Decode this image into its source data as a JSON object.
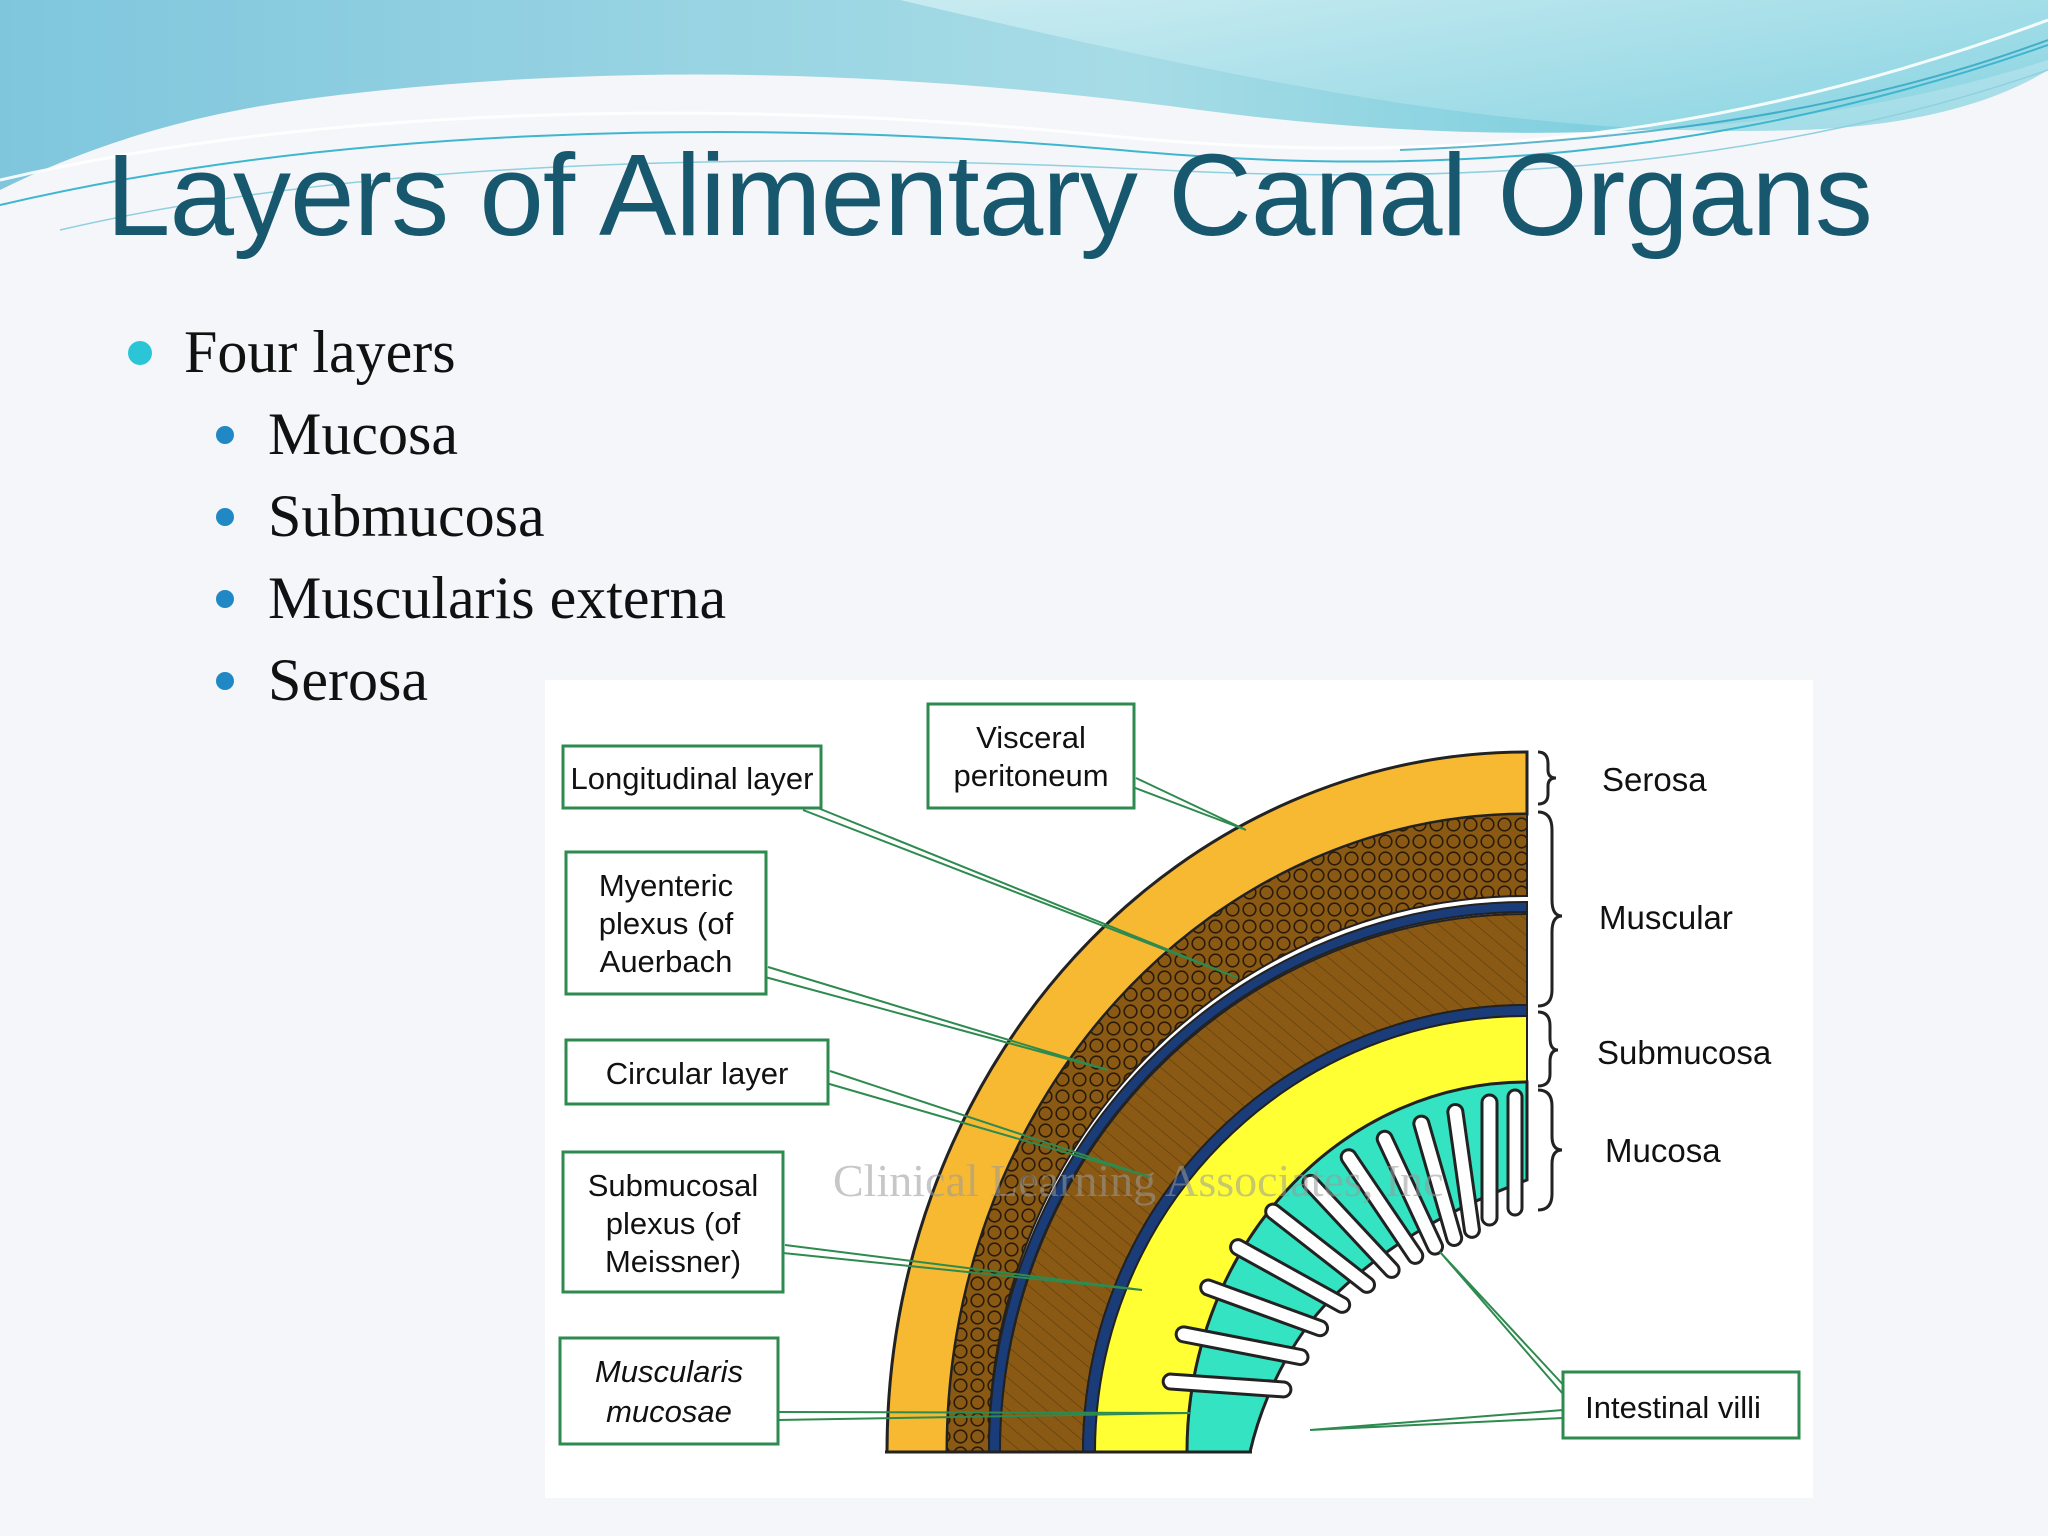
{
  "slide": {
    "title": "Layers of Alimentary Canal Organs",
    "bullets": {
      "main": "Four layers",
      "sub": [
        "Mucosa",
        "Submucosa",
        "Muscularis externa",
        "Serosa"
      ]
    }
  },
  "diagram": {
    "callouts": {
      "longitudinal": [
        "Longitudinal layer"
      ],
      "visceral": [
        "Visceral",
        "peritoneum"
      ],
      "myenteric": [
        "Myenteric",
        "plexus (of",
        "Auerbach"
      ],
      "circular": [
        "Circular layer"
      ],
      "submucosal": [
        "Submucosal",
        "plexus (of",
        "Meissner)"
      ],
      "muscularis_mucosae": [
        "Muscularis",
        "mucosae"
      ],
      "villi": [
        "Intestinal villi"
      ]
    },
    "layer_labels": {
      "serosa": "Serosa",
      "muscular": "Muscular",
      "submucosa": "Submucosa",
      "mucosa": "Mucosa"
    },
    "watermark": "Clinical Learning Associates, Inc"
  },
  "colors": {
    "title": "#17586f",
    "bullet_main": "#2ac6d8",
    "bullet_sub": "#1f88c5",
    "serosa": "#f7b832",
    "longitudinal": "#8a5a14",
    "blue_band": "#1a3d7a",
    "circular": "#8a5a14",
    "submucosa": "#ffff33",
    "mucosa": "#33e3c2",
    "callout_border": "#2e8a4e"
  }
}
